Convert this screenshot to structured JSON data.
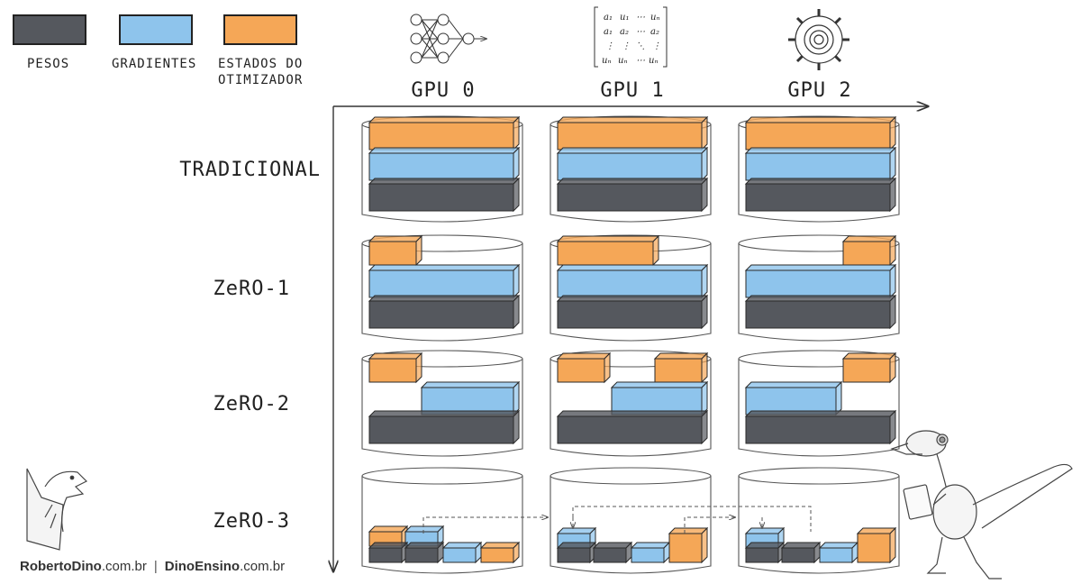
{
  "legend": {
    "items": [
      {
        "label": "PESOS",
        "color": "#55585e"
      },
      {
        "label": "GRADIENTES",
        "color": "#8ec4ec"
      },
      {
        "label": "ESTADOS DO OTIMIZADOR",
        "color": "#f5a757"
      }
    ]
  },
  "gpus": [
    "GPU 0",
    "GPU 1",
    "GPU 2"
  ],
  "rows": [
    "TRADICIONAL",
    "ZeRO-1",
    "ZeRO-2",
    "ZeRO-3"
  ],
  "matrix": {
    "r1": [
      "a₁",
      "u₁",
      "⋯",
      "uₙ"
    ],
    "r2": [
      "a₁",
      "a₂",
      "⋯",
      "a₂"
    ],
    "r3": [
      "⋮",
      "⋮",
      "⋱",
      "⋮"
    ],
    "r4": [
      "uₙ",
      "uₙ",
      "⋯",
      "uₙ"
    ]
  },
  "footer": {
    "site1_bold": "RobertoDino",
    "site1_rest": ".com.br",
    "separator": "|",
    "site2_bold": "DinoEnsino",
    "site2_rest": ".com.br"
  },
  "colors": {
    "pesos": "#55585e",
    "gradientes": "#8ec4ec",
    "otimizador": "#f5a757",
    "outline": "#2a2a2a"
  }
}
